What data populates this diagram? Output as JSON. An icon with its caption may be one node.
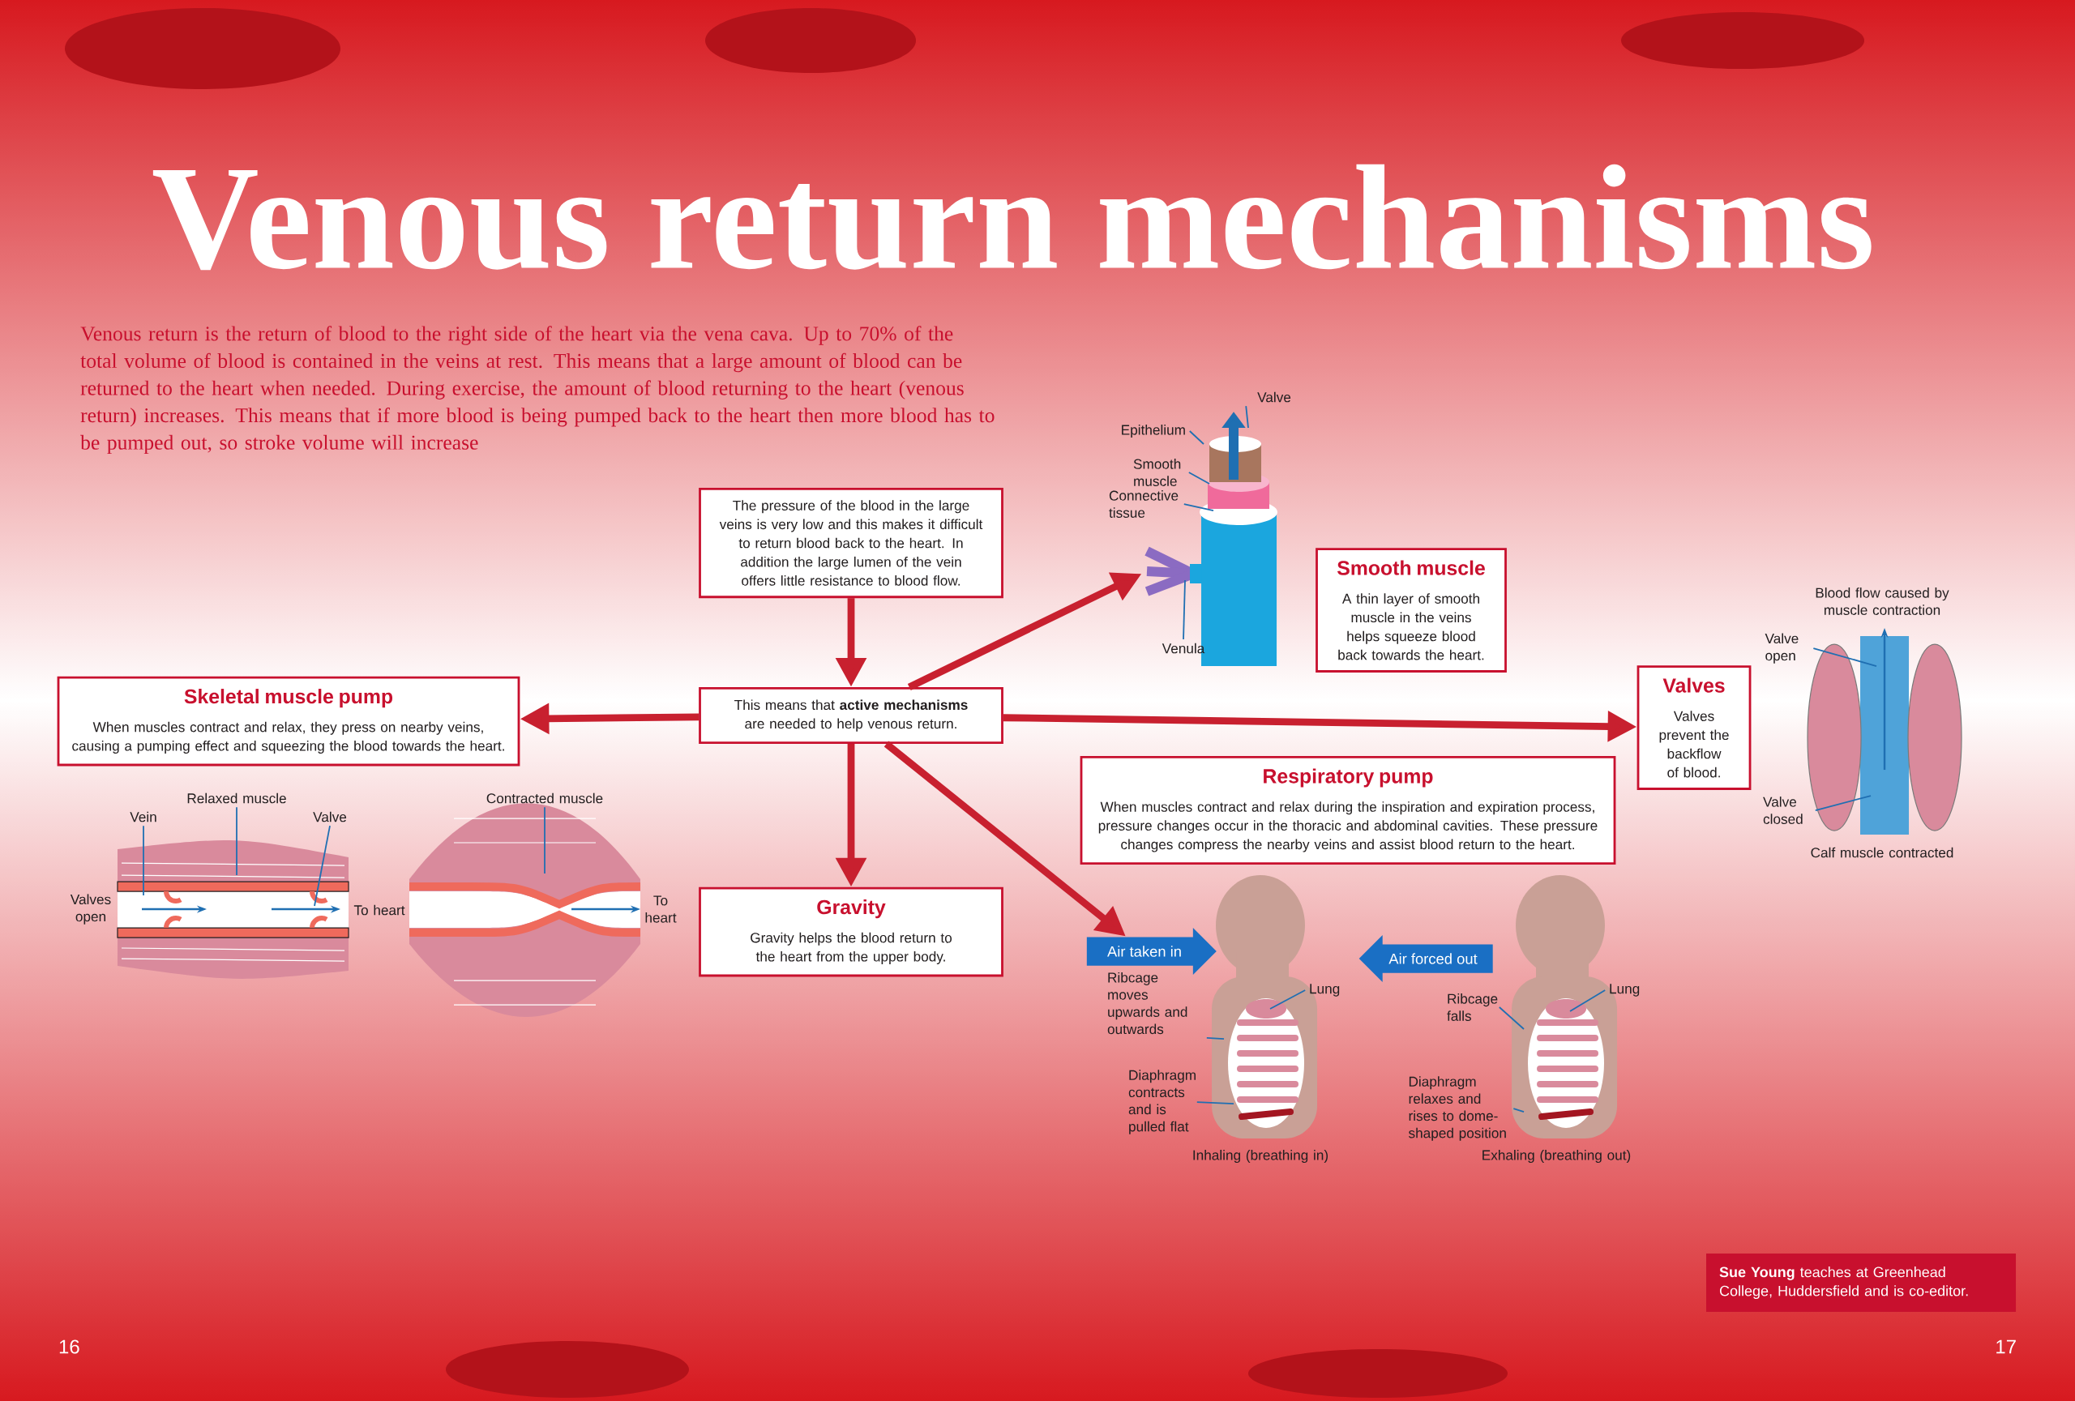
{
  "diagram": {
    "title": "Venous return mechanisms",
    "nodes": [
      {
        "text": [
          "The pressure of the blood in the large veins is very low and this makes it difficult to return blood back to the heart. In addition the large lumen of the vein offers little resistance to blood flow."
        ]
      },
      {
        "text": [
          "This means that **active mechanisms** are needed to help venous return."
        ]
      },
      {
        "text": [
          "Skeletal muscle pump",
          "When muscles contract and relax, they press on nearby veins, causing a pumping effect and squeezing the blood towards the heart."
        ]
      },
      {
        "text": [
          "Gravity",
          "Gravity helps the blood return to the heart from the upper body."
        ]
      },
      {
        "text": [
          "Smooth muscle",
          "A thin layer of smooth muscle in the veins helps squeeze blood back towards the heart."
        ]
      },
      {
        "text": [
          "Valves",
          "Valves prevent the backflow of blood."
        ]
      },
      {
        "text": [
          "Respiratory pump",
          "When muscles contract and relax during the inspiration and expiration process, pressure changes occur in the thoracic and abdominal cavities. These pressure changes compress the nearby veins and assist blood return to the heart."
        ]
      },
      {
        "text": [],
        "shape": "picture"
      },
      {
        "text": [
          "Air taken in"
        ]
      },
      {
        "text": [
          "Air forced out"
        ]
      },
      {
        "text": [
          "Vein"
        ]
      },
      {
        "text": [
          "Relaxed muscle"
        ]
      },
      {
        "text": [
          "Valve"
        ]
      },
      {
        "text": [
          "Contracted muscle"
        ]
      },
      {
        "text": [
          "Valve"
        ]
      },
      {
        "text": [
          "Epithelium"
        ]
      },
      {
        "text": [
          "Smooth muscle"
        ]
      },
      {
        "text": [
          "Connective tissue"
        ]
      },
      {
        "text": [
          "Venula"
        ],
        "in": 7
      },
      {
        "text": [
          "Valve open"
        ]
      },
      {
        "text": [
          "Valve closed"
        ]
      },
      {
        "text": [
          "Ribcage moves upwards and outwards"
        ]
      },
      {
        "text": [
          "Lung"
        ]
      },
      {
        "text": [
          "Diaphragm contracts and is pulled flat"
        ]
      },
      {
        "text": [
          "Ribcage falls"
        ]
      },
      {
        "text": [
          "Lung"
        ]
      },
      {
        "text": [
          "Diaphragm relaxes and rises to dome-shaped position"
        ]
      }
    ],
    "edges": [
      {
        "from": 0,
        "to": 1,
        "arrow": "to",
        "style": "thick",
        "color": "#c8202f"
      },
      {
        "from": 1,
        "to": 2,
        "arrow": "to",
        "style": "thick",
        "color": "#c8202f"
      },
      {
        "from": 1,
        "to": 7,
        "arrow": "to",
        "style": "thick",
        "color": "#c8202f"
      },
      {
        "from": 1,
        "to": 5,
        "arrow": "to",
        "style": "thick",
        "color": "#c8202f"
      },
      {
        "from": 1,
        "to": 3,
        "arrow": "to",
        "style": "thick",
        "color": "#c8202f"
      },
      {
        "from": 1,
        "to": 8,
        "arrow": "to",
        "style": "thick",
        "color": "#c8202f"
      },
      {
        "from": 10,
        "to": null,
        "arrow": "none"
      },
      {
        "from": 11,
        "to": null,
        "arrow": "none"
      },
      {
        "from": 12,
        "to": null,
        "arrow": "none"
      },
      {
        "from": 13,
        "to": null,
        "arrow": "none"
      },
      {
        "from": 14,
        "to": 7,
        "arrow": "none"
      },
      {
        "from": 15,
        "to": 7,
        "arrow": "none"
      },
      {
        "from": 16,
        "to": 7,
        "arrow": "none"
      },
      {
        "from": 17,
        "to": 7,
        "arrow": "none"
      },
      {
        "from": 18,
        "to": 7,
        "arrow": "none"
      },
      {
        "from": 19,
        "to": null,
        "arrow": "none"
      },
      {
        "from": 20,
        "to": null,
        "arrow": "none"
      },
      {
        "from": 21,
        "to": null,
        "arrow": "none"
      },
      {
        "from": 22,
        "to": null,
        "arrow": "none"
      },
      {
        "from": 23,
        "to": null,
        "arrow": "none"
      },
      {
        "from": 24,
        "to": null,
        "arrow": "none"
      },
      {
        "from": 25,
        "to": null,
        "arrow": "none"
      },
      {
        "from": 26,
        "to": null,
        "arrow": "none"
      }
    ],
    "labels": [
      "Venous return is the return of blood to the right side of the heart via the vena cava. Up to 70% of the total volume of blood is contained in the veins at rest. This means that a large amount of blood can be returned to the heart when needed. During exercise, the amount of blood returning to the heart (venous return) increases. This means that if more blood is being pumped back to the heart then more blood has to be pumped out, so stroke volume will increase",
      "Valves open",
      "To heart",
      "To heart",
      "Blood flow caused by muscle contraction",
      "Calf muscle contracted",
      "Inhaling (breathing in)",
      "Exhaling (breathing out)",
      "**Sue Young** teaches at Greenhead College, Huddersfield and is co-editor.",
      "16",
      "17"
    ]
  }
}
